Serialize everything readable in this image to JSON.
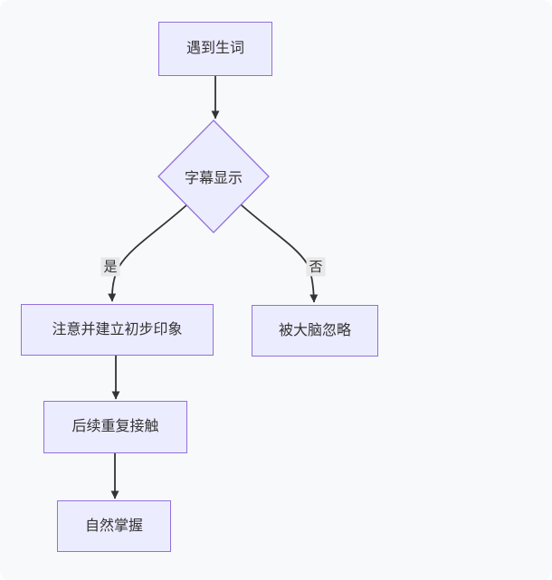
{
  "diagram": {
    "type": "flowchart",
    "direction": "top-down",
    "colors": {
      "canvas_background": "#f8f9fa",
      "node_fill": "#ECECFF",
      "node_border": "#9370DB",
      "edge_stroke": "#333333",
      "edge_label_background": "#e8e8e8",
      "text": "#333333"
    },
    "nodes": [
      {
        "id": "start",
        "shape": "rect",
        "label": "遇到生词"
      },
      {
        "id": "decision",
        "shape": "diamond",
        "label": "字幕显示"
      },
      {
        "id": "notice",
        "shape": "rect",
        "label": "注意并建立初步印象"
      },
      {
        "id": "ignored",
        "shape": "rect",
        "label": "被大脑忽略"
      },
      {
        "id": "repeat",
        "shape": "rect",
        "label": "后续重复接触"
      },
      {
        "id": "master",
        "shape": "rect",
        "label": "自然掌握"
      }
    ],
    "edges": [
      {
        "from": "遇到生词",
        "to": "字幕显示",
        "label": ""
      },
      {
        "from": "字幕显示",
        "to": "注意并建立初步印象",
        "label": "是"
      },
      {
        "from": "字幕显示",
        "to": "被大脑忽略",
        "label": "否"
      },
      {
        "from": "注意并建立初步印象",
        "to": "后续重复接触",
        "label": ""
      },
      {
        "from": "后续重复接触",
        "to": "自然掌握",
        "label": ""
      }
    ]
  }
}
